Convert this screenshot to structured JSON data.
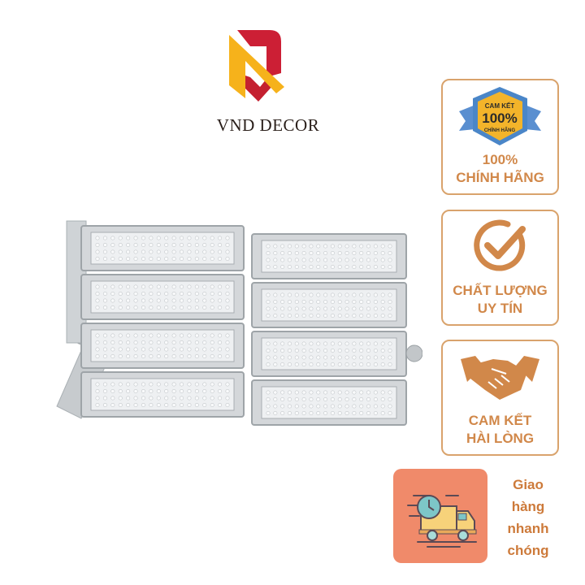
{
  "logo": {
    "brand_name": "VND DECOR",
    "colors": {
      "red": "#cc1f35",
      "yellow": "#f6b21b"
    }
  },
  "product": {
    "image": "led-flood-light-8-module",
    "body_color": "#d4d7da"
  },
  "badges": [
    {
      "icon": "seal-100-percent-icon",
      "seal_text": [
        "CAM KẾT",
        "100%",
        "CHÍNH HÃNG"
      ],
      "label": [
        "100%",
        "CHÍNH HÃNG"
      ]
    },
    {
      "icon": "checkmark-circle-icon",
      "label": [
        "CHẤT LƯỢNG",
        "UY TÍN"
      ]
    },
    {
      "icon": "handshake-icon",
      "label": [
        "CAM KẾT",
        "HÀI LÒNG"
      ]
    }
  ],
  "delivery": {
    "icon": "delivery-truck-clock-icon",
    "label": [
      "Giao",
      "hàng",
      "nhanh",
      "chóng"
    ],
    "bg_color": "#f08a6a"
  },
  "accent_color": "#d1884a"
}
